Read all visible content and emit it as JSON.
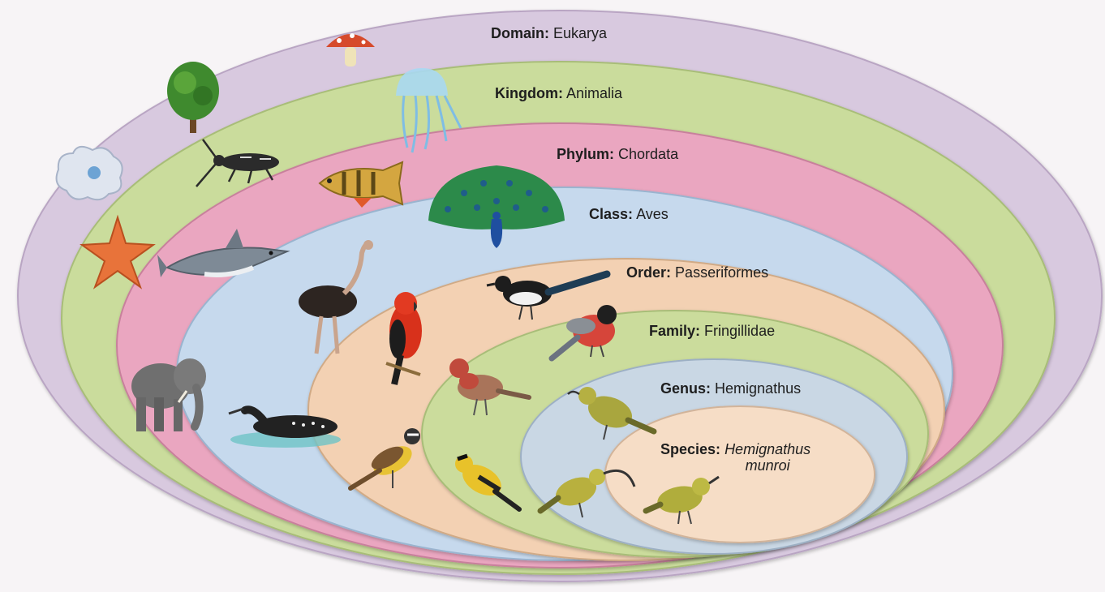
{
  "diagram": {
    "ranks": [
      {
        "rank": "Domain",
        "taxon": "Eukarya",
        "color": "#d6c7de"
      },
      {
        "rank": "Kingdom",
        "taxon": "Animalia",
        "color": "#c9dc9a"
      },
      {
        "rank": "Phylum",
        "taxon": "Chordata",
        "color": "#e9a4be"
      },
      {
        "rank": "Class",
        "taxon": "Aves",
        "color": "#c5d8ec"
      },
      {
        "rank": "Order",
        "taxon": "Passeriformes",
        "color": "#f2cfb0"
      },
      {
        "rank": "Family",
        "taxon": "Fringillidae",
        "color": "#c9dc9a"
      },
      {
        "rank": "Genus",
        "taxon": "Hemignathus",
        "color": "#c8d6e3"
      },
      {
        "rank": "Species",
        "taxon_line1": "Hemignathus",
        "taxon_line2": "munroi",
        "color": "#f5dcc4"
      }
    ],
    "organisms": {
      "domain": [
        "mushroom-icon",
        "tree-icon",
        "amoeba-icon"
      ],
      "kingdom": [
        "jellyfish-icon",
        "beetle-icon",
        "starfish-icon"
      ],
      "phylum": [
        "perch-fish-icon",
        "shark-icon",
        "elephant-icon"
      ],
      "class": [
        "peacock-icon",
        "ostrich-icon",
        "loon-icon"
      ],
      "order": [
        "magpie-icon",
        "red-parrot-icon",
        "kiskadee-icon"
      ],
      "family": [
        "bullfinch-icon",
        "house-finch-icon",
        "goldfinch-icon"
      ],
      "genus": [
        "green-honeycreeper-icon",
        "curved-bill-honeycreeper-icon"
      ],
      "species": [
        "akiapolaau-icon"
      ]
    }
  }
}
